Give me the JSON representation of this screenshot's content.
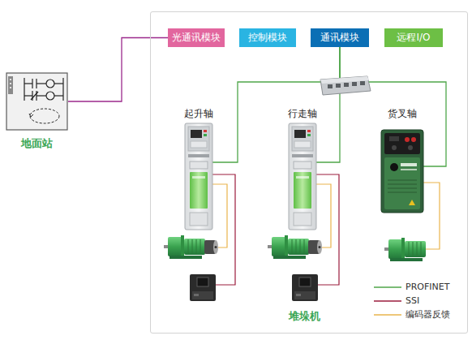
{
  "diagram": {
    "nodes": [
      {
        "text": [
          "地面站"
        ]
      },
      {
        "text": [
          "堆垛机"
        ]
      },
      {
        "text": [
          "光通讯模块"
        ],
        "in": 1
      },
      {
        "text": [
          "控制模块"
        ],
        "in": 1
      },
      {
        "text": [
          "通讯模块"
        ],
        "in": 1
      },
      {
        "text": [
          "远程I/O"
        ],
        "in": 1
      },
      {
        "text": [
          "起升轴"
        ],
        "in": 1
      },
      {
        "text": [
          "行走轴"
        ],
        "in": 1
      },
      {
        "text": [
          "货叉轴"
        ],
        "in": 1
      }
    ],
    "edges": [
      {
        "from": 0,
        "to": 2,
        "arrow": "none"
      },
      {
        "from": 4,
        "to": 6,
        "arrow": "none"
      },
      {
        "from": 4,
        "to": 7,
        "arrow": "none"
      },
      {
        "from": 4,
        "to": 8,
        "arrow": "none"
      }
    ],
    "legend": [
      {
        "text": "PROFINET"
      },
      {
        "text": "SSI"
      },
      {
        "text": "编码器反馈"
      }
    ]
  }
}
